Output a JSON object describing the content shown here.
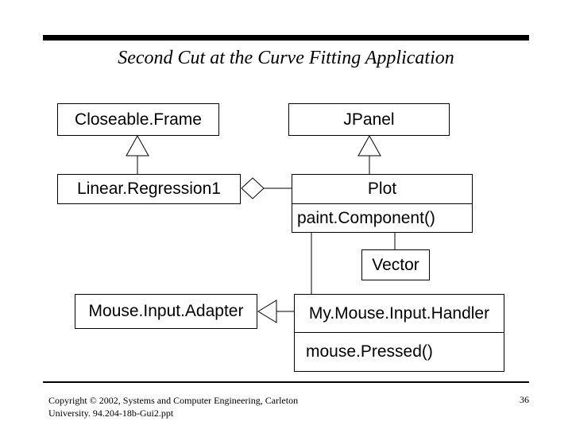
{
  "slide": {
    "title": "Second Cut at the Curve Fitting Application",
    "footer_line1": "Copyright © 2002, Systems and Computer Engineering, Carleton",
    "footer_line2": "University.  94.204-18b-Gui2.ppt",
    "page_number": "36"
  },
  "classes": {
    "closeable_frame": "Closeable.Frame",
    "jpanel": "JPanel",
    "linear_regression1": "Linear.Regression1",
    "plot": "Plot",
    "plot_method": "paint.Component()",
    "vector": "Vector",
    "mouse_input_adapter": "Mouse.Input.Adapter",
    "my_mouse_input_handler": "My.Mouse.Input.Handler",
    "handler_method": "mouse.Pressed()"
  }
}
